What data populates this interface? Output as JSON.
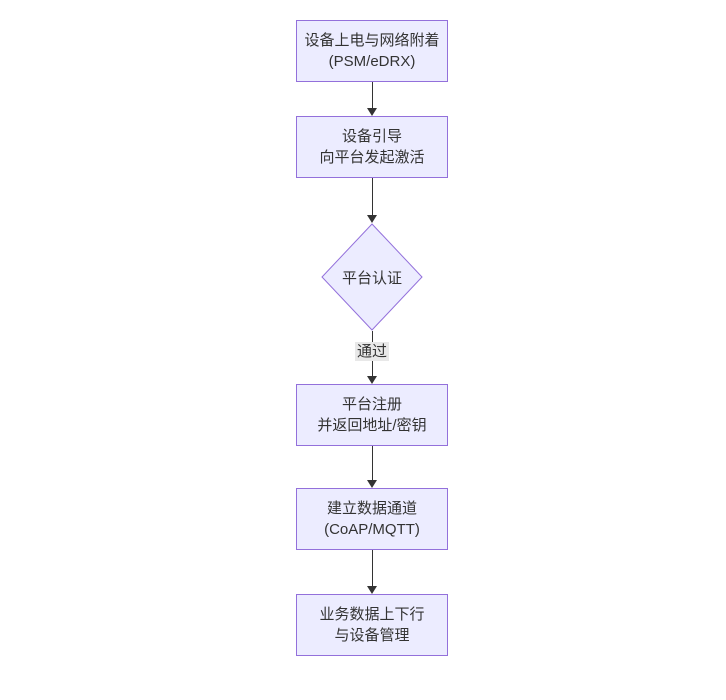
{
  "flow": {
    "background": "#ffffff",
    "colors": {
      "node_fill": "#ECECFF",
      "node_border": "#9370DB",
      "text": "#333333",
      "arrow": "#333333",
      "edge_label_bg": "#e8e8e8"
    },
    "nodes": [
      {
        "id": "attach",
        "shape": "rect",
        "lines": [
          "设备上电与网络附着",
          "(PSM/eDRX)"
        ]
      },
      {
        "id": "bootstrap",
        "shape": "rect",
        "lines": [
          "设备引导",
          "向平台发起激活"
        ]
      },
      {
        "id": "auth",
        "shape": "diamond",
        "label": "平台认证"
      },
      {
        "id": "register",
        "shape": "rect",
        "lines": [
          "平台注册",
          "并返回地址/密钥"
        ]
      },
      {
        "id": "channel",
        "shape": "rect",
        "lines": [
          "建立数据通道",
          "(CoAP/MQTT)"
        ]
      },
      {
        "id": "business",
        "shape": "rect",
        "lines": [
          "业务数据上下行",
          "与设备管理"
        ]
      }
    ],
    "edge_label": "通过"
  }
}
